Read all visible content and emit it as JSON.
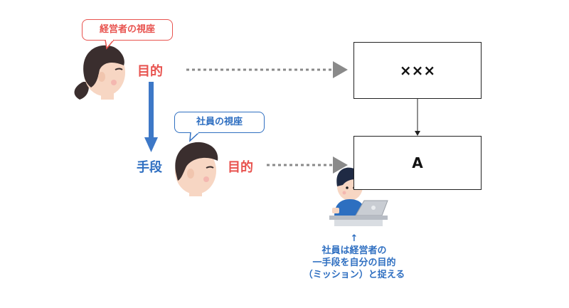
{
  "executive": {
    "bubble": "経営者の視座",
    "purpose": "目的"
  },
  "employee": {
    "bubble": "社員の視座",
    "means": "手段",
    "purpose": "目的"
  },
  "boxes": {
    "top": "×××",
    "bottom": "A"
  },
  "note": {
    "arrow": "↑",
    "lines": [
      "社員は経営者の",
      "一手段を自分の目的",
      "（ミッション）と捉える"
    ]
  },
  "colors": {
    "red": "#e8534f",
    "blue": "#2f6fc1"
  }
}
